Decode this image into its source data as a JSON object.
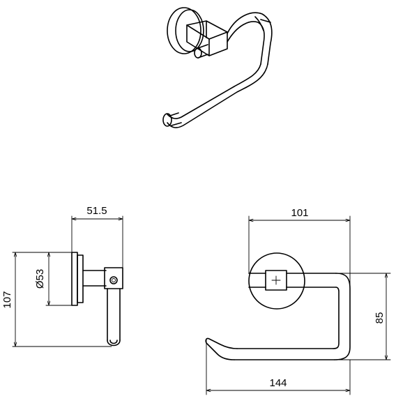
{
  "drawing": {
    "side_view": {
      "width_label": "51.5",
      "diameter_label": "Ø53",
      "height_label": "107"
    },
    "front_view": {
      "width_top_label": "101",
      "height_label": "85",
      "width_bottom_label": "144"
    }
  }
}
